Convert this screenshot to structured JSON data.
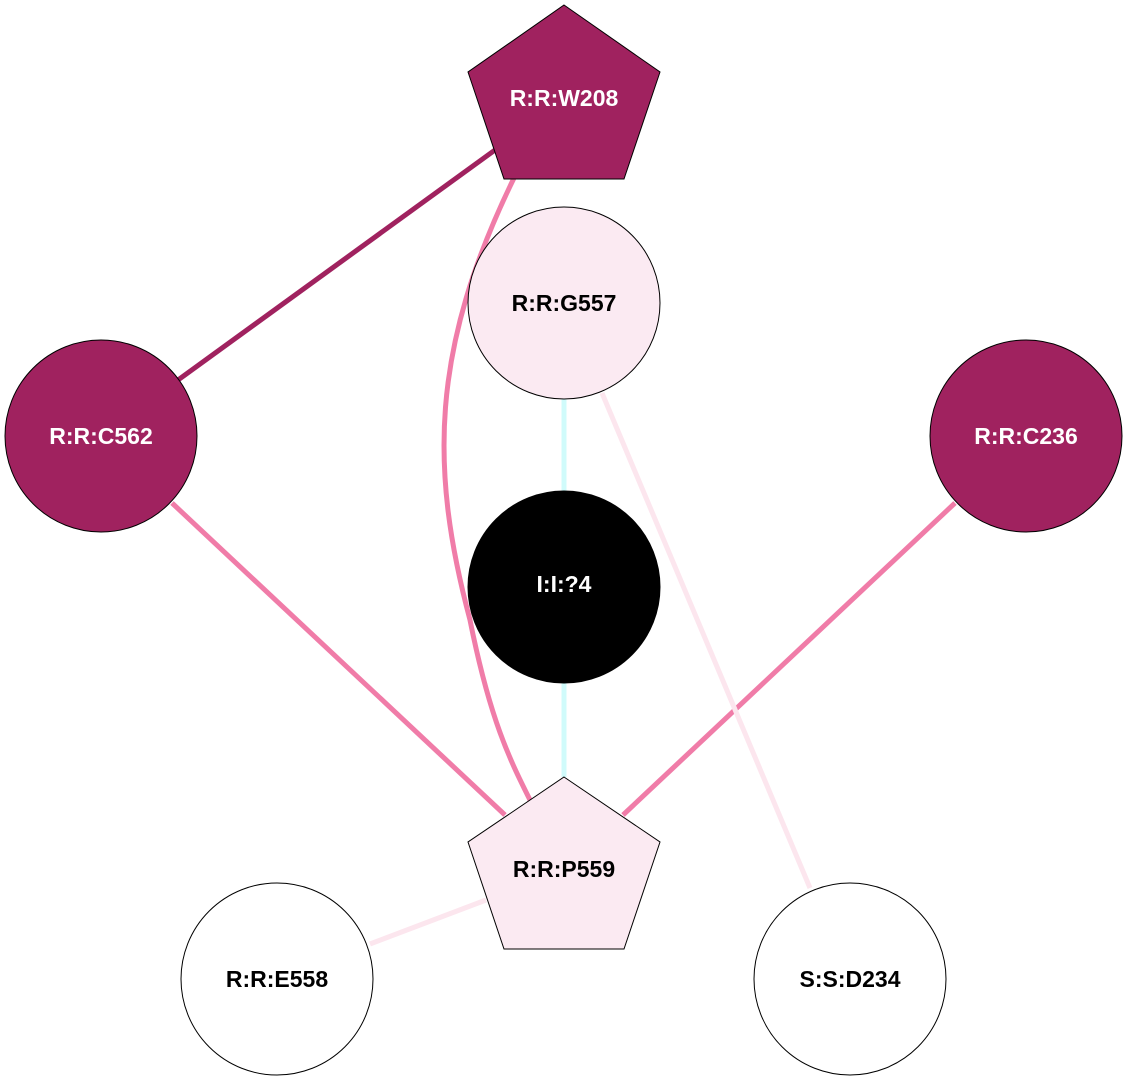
{
  "colors": {
    "dark": "#a0225f",
    "pink_edge": "#f07ca8",
    "faint_edge": "#fce6ee",
    "cyan_edge": "#d0fbfb",
    "light_fill": "#fbeaf2",
    "white": "#ffffff",
    "black": "#000000"
  },
  "nodes": [
    {
      "id": "W208",
      "label": "R:R:W208",
      "shape": "pentagon",
      "fill": "#a0225f",
      "text": "#ffffff"
    },
    {
      "id": "G557",
      "label": "R:R:G557",
      "shape": "circle",
      "fill": "#fbeaf2",
      "text": "#000000"
    },
    {
      "id": "C562",
      "label": "R:R:C562",
      "shape": "circle",
      "fill": "#a0225f",
      "text": "#ffffff"
    },
    {
      "id": "C236",
      "label": "R:R:C236",
      "shape": "circle",
      "fill": "#a0225f",
      "text": "#ffffff"
    },
    {
      "id": "I4",
      "label": "I:I:?4",
      "shape": "circle",
      "fill": "#000000",
      "text": "#ffffff"
    },
    {
      "id": "P559",
      "label": "R:R:P559",
      "shape": "pentagon",
      "fill": "#fbeaf2",
      "text": "#000000"
    },
    {
      "id": "E558",
      "label": "R:R:E558",
      "shape": "circle",
      "fill": "#ffffff",
      "text": "#000000"
    },
    {
      "id": "D234",
      "label": "S:S:D234",
      "shape": "circle",
      "fill": "#ffffff",
      "text": "#000000"
    }
  ],
  "edges": [
    {
      "from": "W208",
      "to": "C562",
      "color": "#a0225f"
    },
    {
      "from": "W208",
      "to": "P559",
      "color": "#f07ca8"
    },
    {
      "from": "C562",
      "to": "P559",
      "color": "#f07ca8"
    },
    {
      "from": "C236",
      "to": "P559",
      "color": "#f07ca8"
    },
    {
      "from": "G557",
      "to": "I4",
      "color": "#d0fbfb"
    },
    {
      "from": "I4",
      "to": "P559",
      "color": "#d0fbfb"
    },
    {
      "from": "G557",
      "to": "D234",
      "color": "#fce6ee"
    },
    {
      "from": "P559",
      "to": "E558",
      "color": "#fce6ee"
    }
  ]
}
